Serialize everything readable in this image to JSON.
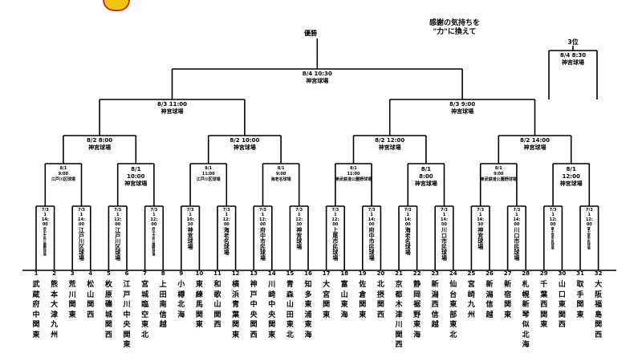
{
  "slogan": [
    "感謝の気持ちを",
    "\"力\"に換えて"
  ],
  "champion_label": "優勝",
  "third_label": "3位",
  "final": {
    "date": "8/4  10:30",
    "venue": "神宮球場"
  },
  "third_place": {
    "date": "8/4  8:30",
    "venue": "神宮球場"
  },
  "semifinals": [
    {
      "date": "8/3  11:00",
      "venue": "神宮球場"
    },
    {
      "date": "8/3  9:00",
      "venue": "神宮球場"
    }
  ],
  "quarterfinals": [
    {
      "date": "8/2  8:00",
      "venue": "神宮球場"
    },
    {
      "date": "8/2  10:00",
      "venue": "神宮球場"
    },
    {
      "date": "8/2  12:00",
      "venue": "神宮球場"
    },
    {
      "date": "8/2  14:00",
      "venue": "神宮球場"
    }
  ],
  "round2": [
    {
      "date": "8/1",
      "time": "9:00",
      "venue": "江戸川区球場",
      "small": true
    },
    {
      "date": "8/1",
      "time": "10:00",
      "venue": "神宮球場",
      "small": false
    },
    {
      "date": "8/1",
      "time": "11:00",
      "venue": "江戸川区球場",
      "small": true
    },
    {
      "date": "8/1",
      "time": "9:00",
      "venue": "海老名球場",
      "small": true
    },
    {
      "date": "8/1",
      "time": "11:00",
      "venue": "東武鉄道公園野球場",
      "small": true
    },
    {
      "date": "8/1",
      "time": "8:00",
      "venue": "神宮球場",
      "small": false
    },
    {
      "date": "8/1",
      "time": "9:00",
      "venue": "東武鉄道公園野球場",
      "small": true
    },
    {
      "date": "8/1",
      "time": "12:00",
      "venue": "神宮球場",
      "small": false
    }
  ],
  "round1": [
    {
      "date": "7/31",
      "time": "14:00",
      "venue": "府中市民公園野球場",
      "tiny": true
    },
    {
      "date": "7/31",
      "time": "14:00",
      "venue": "江戸川区球場",
      "tiny": false
    },
    {
      "date": "7/31",
      "time": "12:00",
      "venue": "江戸川区球場",
      "tiny": false
    },
    {
      "date": "7/31",
      "time": "12:00",
      "venue": "府中市民公園野球場",
      "tiny": true
    },
    {
      "date": "7/31",
      "time": "10:30",
      "venue": "神宮球場",
      "tiny": false
    },
    {
      "date": "7/31",
      "time": "12:00",
      "venue": "海老名球場",
      "tiny": false
    },
    {
      "date": "7/31",
      "time": "12:00",
      "venue": "府中市民球場",
      "tiny": false
    },
    {
      "date": "7/31",
      "time": "12:30",
      "venue": "神宮球場",
      "tiny": false
    },
    {
      "date": "7/31",
      "time": "12:00",
      "venue": "上尾市民球場",
      "tiny": false
    },
    {
      "date": "7/31",
      "time": "14:00",
      "venue": "府中市民球場",
      "tiny": false
    },
    {
      "date": "7/31",
      "time": "14:00",
      "venue": "海老名球場",
      "tiny": false
    },
    {
      "date": "7/31",
      "time": "14:00",
      "venue": "川口市民球場",
      "tiny": false
    },
    {
      "date": "7/31",
      "time": "14:30",
      "venue": "神宮球場",
      "tiny": false
    },
    {
      "date": "7/31",
      "time": "14:00",
      "venue": "川口市民球場",
      "tiny": false
    },
    {
      "date": "7/31",
      "time": "12:00",
      "venue": "富士宮市民球場",
      "tiny": true
    },
    {
      "date": "7/31",
      "time": "12:00",
      "venue": "富士宮市民球場",
      "tiny": true
    }
  ],
  "teams": [
    {
      "num": "1",
      "name": "武蔵府中",
      "region": "関東"
    },
    {
      "num": "2",
      "name": "熊本大津",
      "region": "九州"
    },
    {
      "num": "3",
      "name": "荒川",
      "region": "関東"
    },
    {
      "num": "4",
      "name": "松山",
      "region": "関西"
    },
    {
      "num": "5",
      "name": "枚原磯城",
      "region": "関西"
    },
    {
      "num": "6",
      "name": "江戸川中央",
      "region": "関東"
    },
    {
      "num": "7",
      "name": "宮城臨空",
      "region": "東北"
    },
    {
      "num": "8",
      "name": "上田南",
      "region": "信越"
    },
    {
      "num": "9",
      "name": "小樽",
      "region": "北海"
    },
    {
      "num": "10",
      "name": "東練馬",
      "region": "関東"
    },
    {
      "num": "11",
      "name": "和歌山",
      "region": "関西"
    },
    {
      "num": "12",
      "name": "横浜青葉",
      "region": "関東"
    },
    {
      "num": "13",
      "name": "神戸中央",
      "region": "関西"
    },
    {
      "num": "14",
      "name": "川崎中央",
      "region": "関東"
    },
    {
      "num": "15",
      "name": "青森山田",
      "region": "東北"
    },
    {
      "num": "16",
      "name": "知多東浦",
      "region": "東海"
    },
    {
      "num": "17",
      "name": "大宮",
      "region": "関東"
    },
    {
      "num": "18",
      "name": "富山",
      "region": "東海"
    },
    {
      "num": "19",
      "name": "佐倉",
      "region": "関東"
    },
    {
      "num": "20",
      "name": "北摂",
      "region": "関西"
    },
    {
      "num": "21",
      "name": "京都木津川",
      "region": "関西"
    },
    {
      "num": "22",
      "name": "静岡裾野",
      "region": "東海"
    },
    {
      "num": "23",
      "name": "新潟西",
      "region": "信越"
    },
    {
      "num": "24",
      "name": "仙台東部",
      "region": "東北"
    },
    {
      "num": "25",
      "name": "宮崎",
      "region": "九州"
    },
    {
      "num": "26",
      "name": "新潟",
      "region": "信越"
    },
    {
      "num": "27",
      "name": "新宿",
      "region": "関東"
    },
    {
      "num": "28",
      "name": "札幌新琴似",
      "region": "北海"
    },
    {
      "num": "29",
      "name": "千葉西",
      "region": "関東"
    },
    {
      "num": "30",
      "name": "山口東",
      "region": "関西"
    },
    {
      "num": "31",
      "name": "取手",
      "region": "関東"
    },
    {
      "num": "32",
      "name": "大阪福島",
      "region": "関西"
    }
  ]
}
